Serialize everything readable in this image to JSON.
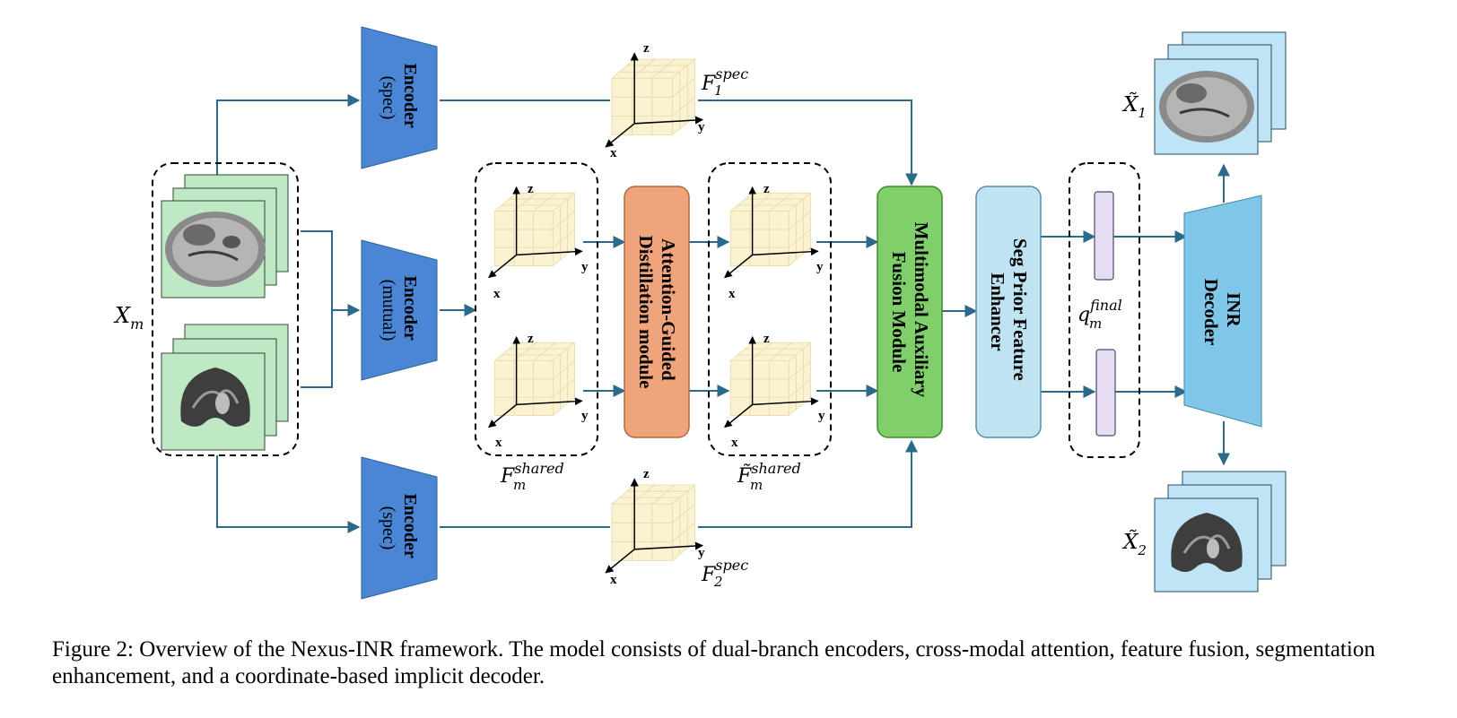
{
  "colors": {
    "arrow": "#2b6a8a",
    "encoder": "#4a86d4",
    "attention": "#f0a47c",
    "fusion": "#7fd06a",
    "seg": "#bfe3f3",
    "inr": "#7fc6e8",
    "slice_bg": "#bfe8c4",
    "output_bg": "#bfe4f5",
    "cube_fill": "#fbf2d2",
    "latent_fill": "#e6dcf4"
  },
  "encoders": {
    "spec_top": {
      "title": "Encoder",
      "sub": "(spec)"
    },
    "mutual": {
      "title": "Encoder",
      "sub": "(mutual)"
    },
    "spec_bottom": {
      "title": "Encoder",
      "sub": "(spec)"
    }
  },
  "modules": {
    "attention": {
      "line1": "Attention-Guided",
      "line2": "Distillation module"
    },
    "fusion": {
      "line1": "Multimodal Auxiliary",
      "line2": "Fusion Module"
    },
    "seg": {
      "line1": "Seg Prior Feature",
      "line2": "Enhancer"
    },
    "inr": {
      "line1": "INR",
      "line2": "Decoder"
    }
  },
  "axes": {
    "x": "x",
    "y": "y",
    "z": "z"
  },
  "math": {
    "xm": {
      "base": "X",
      "sub": "m"
    },
    "f1_spec": {
      "base": "F",
      "sub": "1",
      "sup": "spec"
    },
    "f2_spec": {
      "base": "F",
      "sub": "2",
      "sup": "spec"
    },
    "fm_shared": {
      "base": "F",
      "sub": "m",
      "sup": "shared"
    },
    "fm_shared_tilde": {
      "base": "F̃",
      "sub": "m",
      "sup": "shared"
    },
    "q_final": {
      "base": "q",
      "sub": "m",
      "sup": "final"
    },
    "x1_out": {
      "base": "X̃",
      "sub": "1"
    },
    "x2_out": {
      "base": "X̃",
      "sub": "2"
    }
  },
  "caption": "Figure 2: Overview of the Nexus-INR framework. The model consists of dual-branch encoders, cross-modal attention, feature fusion, segmentation enhancement, and a coordinate-based implicit decoder."
}
